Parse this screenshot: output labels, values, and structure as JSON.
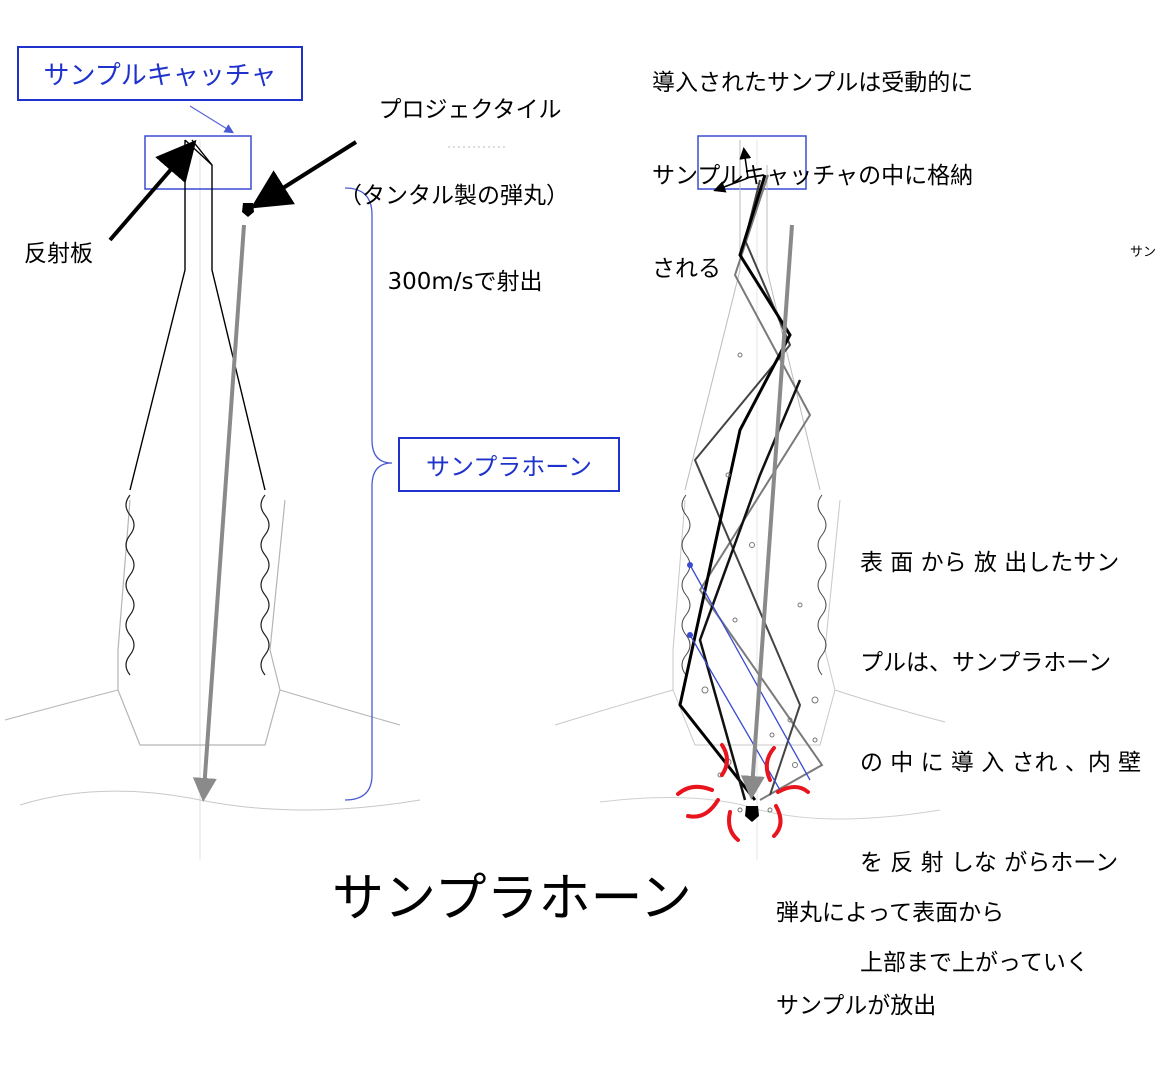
{
  "labels": {
    "sample_catcher": "サンプルキャッチャ",
    "projectile_line1": "プロジェクタイル",
    "projectile_line2": "（タンタル製の弾丸）",
    "projectile_line3": "300m/sで射出",
    "reflector": "反射板",
    "sampler_horn_box": "サンプラホーン",
    "stored_line1": "導入されたサンプルは受動的に",
    "stored_line2": "サンプルキャッチャの中に格納",
    "stored_line3": "される",
    "emitted_line1": "表 面 から 放 出したサン",
    "emitted_line2": "プルは、サンプラホーン",
    "emitted_line3": "の 中 に 導 入 され 、内 壁",
    "emitted_line4": "を 反 射 しな がらホーン",
    "emitted_line5": "上部まで上がっていく",
    "released_line1": "弾丸によって表面から",
    "released_line2": "サンプルが放出",
    "cut_text": "サン",
    "main_title": "サンプラホーン"
  },
  "colors": {
    "accent_blue": "#1f33cc",
    "burst_red": "#e8141e",
    "projectile_gray": "#8a8a8a",
    "outline_gray": "#b5b5b5"
  }
}
